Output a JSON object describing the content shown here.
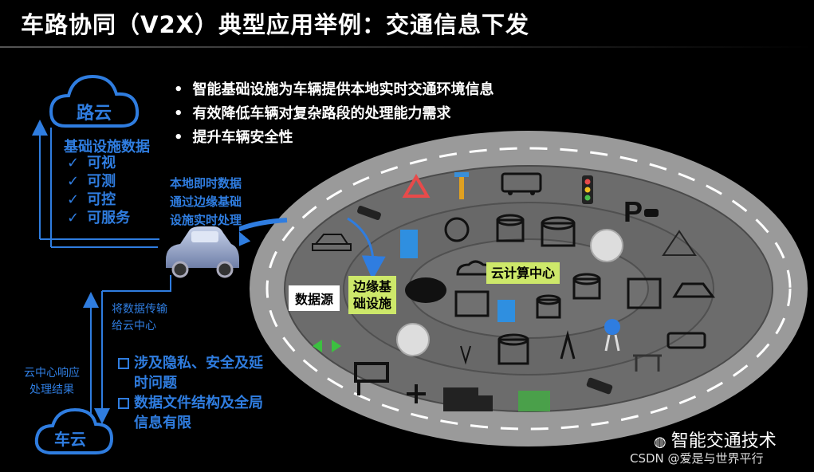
{
  "title": "车路协同（V2X）典型应用举例：交通信息下发",
  "bullets": [
    "智能基础设施为车辆提供本地实时交通环境信息",
    "有效降低车辆对复杂路段的处理能力需求",
    "提升车辆安全性"
  ],
  "road_cloud": {
    "label": "路云",
    "data_title": "基础设施数据",
    "checks": [
      "可视",
      "可测",
      "可控",
      "可服务"
    ]
  },
  "local_processing": [
    "本地即时数据",
    "通过边缘基础",
    "设施实时处理"
  ],
  "upload": [
    "将数据传输",
    "给云中心"
  ],
  "cloud_response": [
    "云中心响应",
    "处理结果"
  ],
  "issues": [
    "涉及隐私、安全及延时问题",
    "数据文件结构及全局信息有限"
  ],
  "car_cloud": {
    "label": "车云"
  },
  "rings": {
    "outer": "数据源",
    "middle": [
      "边缘基",
      "础设施"
    ],
    "inner": "云计算中心"
  },
  "watermark": {
    "brand": "智能交通技术",
    "csdn": "CSDN @爱是与世界平行"
  },
  "colors": {
    "accent_blue": "#2f7de0",
    "green_label": "#cde86a",
    "road_gray": "#9a9a9a",
    "inner_gray": "#676767"
  }
}
